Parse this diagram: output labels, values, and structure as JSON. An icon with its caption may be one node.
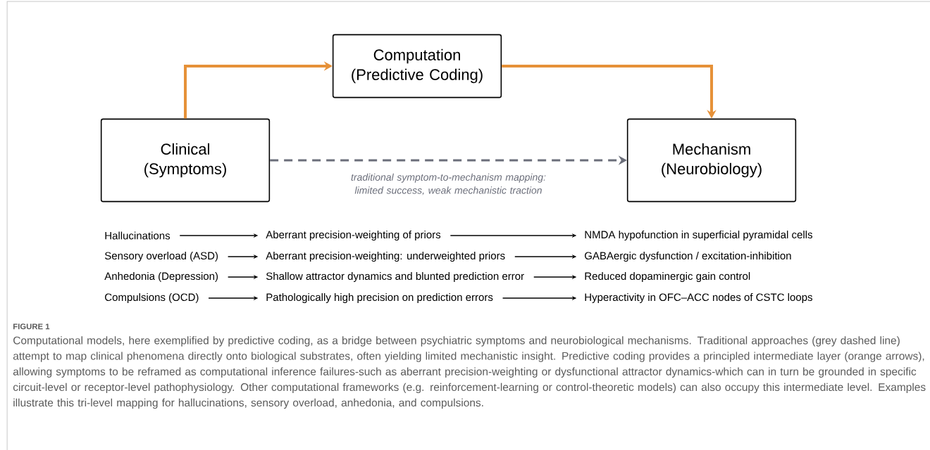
{
  "diagram": {
    "caption": "Computational models, here exemplified by predictive coding, as a bridge between psychiatric symptoms and neurobiological mechanisms. Traditional approaches (grey dashed line) attempt to map clinical phenomena directly onto biological substrates, often yielding limited mechanistic insight. Predictive coding provides a principled intermediate layer (orange arrows), allowing symptoms to be reframed as computational inference failures-such as aberrant precision-weighting or dysfunctional attractor dynamics-which can in turn be grounded in specific circuit-level or receptor-level pathophysiology. Other computational frameworks (e.g. reinforcement-learning or control-theoretic models) can also occupy this intermediate level. Examples illustrate this tri-level mapping for hallucinations, sensory overload, anhedonia, and compulsions.",
    "nodes": [
      {
        "text": [
          "Computation (Predictive Coding)"
        ]
      },
      {
        "text": [
          "Clinical (Symptoms)"
        ]
      },
      {
        "text": [
          "Mechanism (Neurobiology)"
        ]
      },
      {
        "text": [
          "Hallucinations"
        ]
      },
      {
        "text": [
          "Aberrant precision-weighting of priors"
        ]
      },
      {
        "text": [
          "NMDA hypofunction in superficial pyramidal cells"
        ]
      },
      {
        "text": [
          "Sensory overload (ASD)"
        ]
      },
      {
        "text": [
          "Aberrant precision-weighting: underweighted priors"
        ]
      },
      {
        "text": [
          "GABAergic dysfunction / excitation-inhibition"
        ]
      },
      {
        "text": [
          "Anhedonia (Depression)"
        ]
      },
      {
        "text": [
          "Shallow attractor dynamics and blunted prediction error"
        ]
      },
      {
        "text": [
          "Reduced dopaminergic gain control"
        ]
      },
      {
        "text": [
          "Compulsions (OCD)"
        ]
      },
      {
        "text": [
          "Pathologically high precision on prediction errors"
        ]
      },
      {
        "text": [
          "Hyperactivity in OFC–ACC nodes of CSTC loops"
        ]
      }
    ],
    "edges": [
      {
        "from": 1,
        "to": 0,
        "arrow": "to",
        "style": "thick",
        "color": "#e69138"
      },
      {
        "from": 0,
        "to": 2,
        "arrow": "to",
        "style": "thick",
        "color": "#e69138"
      },
      {
        "from": 1,
        "to": 2,
        "arrow": "to",
        "style": "dashed",
        "color": "#6b6e7a",
        "label": "traditional symptom-to-mechanism mapping: limited success, weak mechanistic traction"
      },
      {
        "from": 3,
        "to": 4,
        "arrow": "to"
      },
      {
        "from": 4,
        "to": 5,
        "arrow": "to"
      },
      {
        "from": 6,
        "to": 7,
        "arrow": "to"
      },
      {
        "from": 7,
        "to": 8,
        "arrow": "to"
      },
      {
        "from": 9,
        "to": 10,
        "arrow": "to"
      },
      {
        "from": 10,
        "to": 11,
        "arrow": "to"
      },
      {
        "from": 12,
        "to": 13,
        "arrow": "to"
      },
      {
        "from": 13,
        "to": 14,
        "arrow": "to"
      }
    ],
    "labels": [
      "FIGURE 1"
    ]
  }
}
